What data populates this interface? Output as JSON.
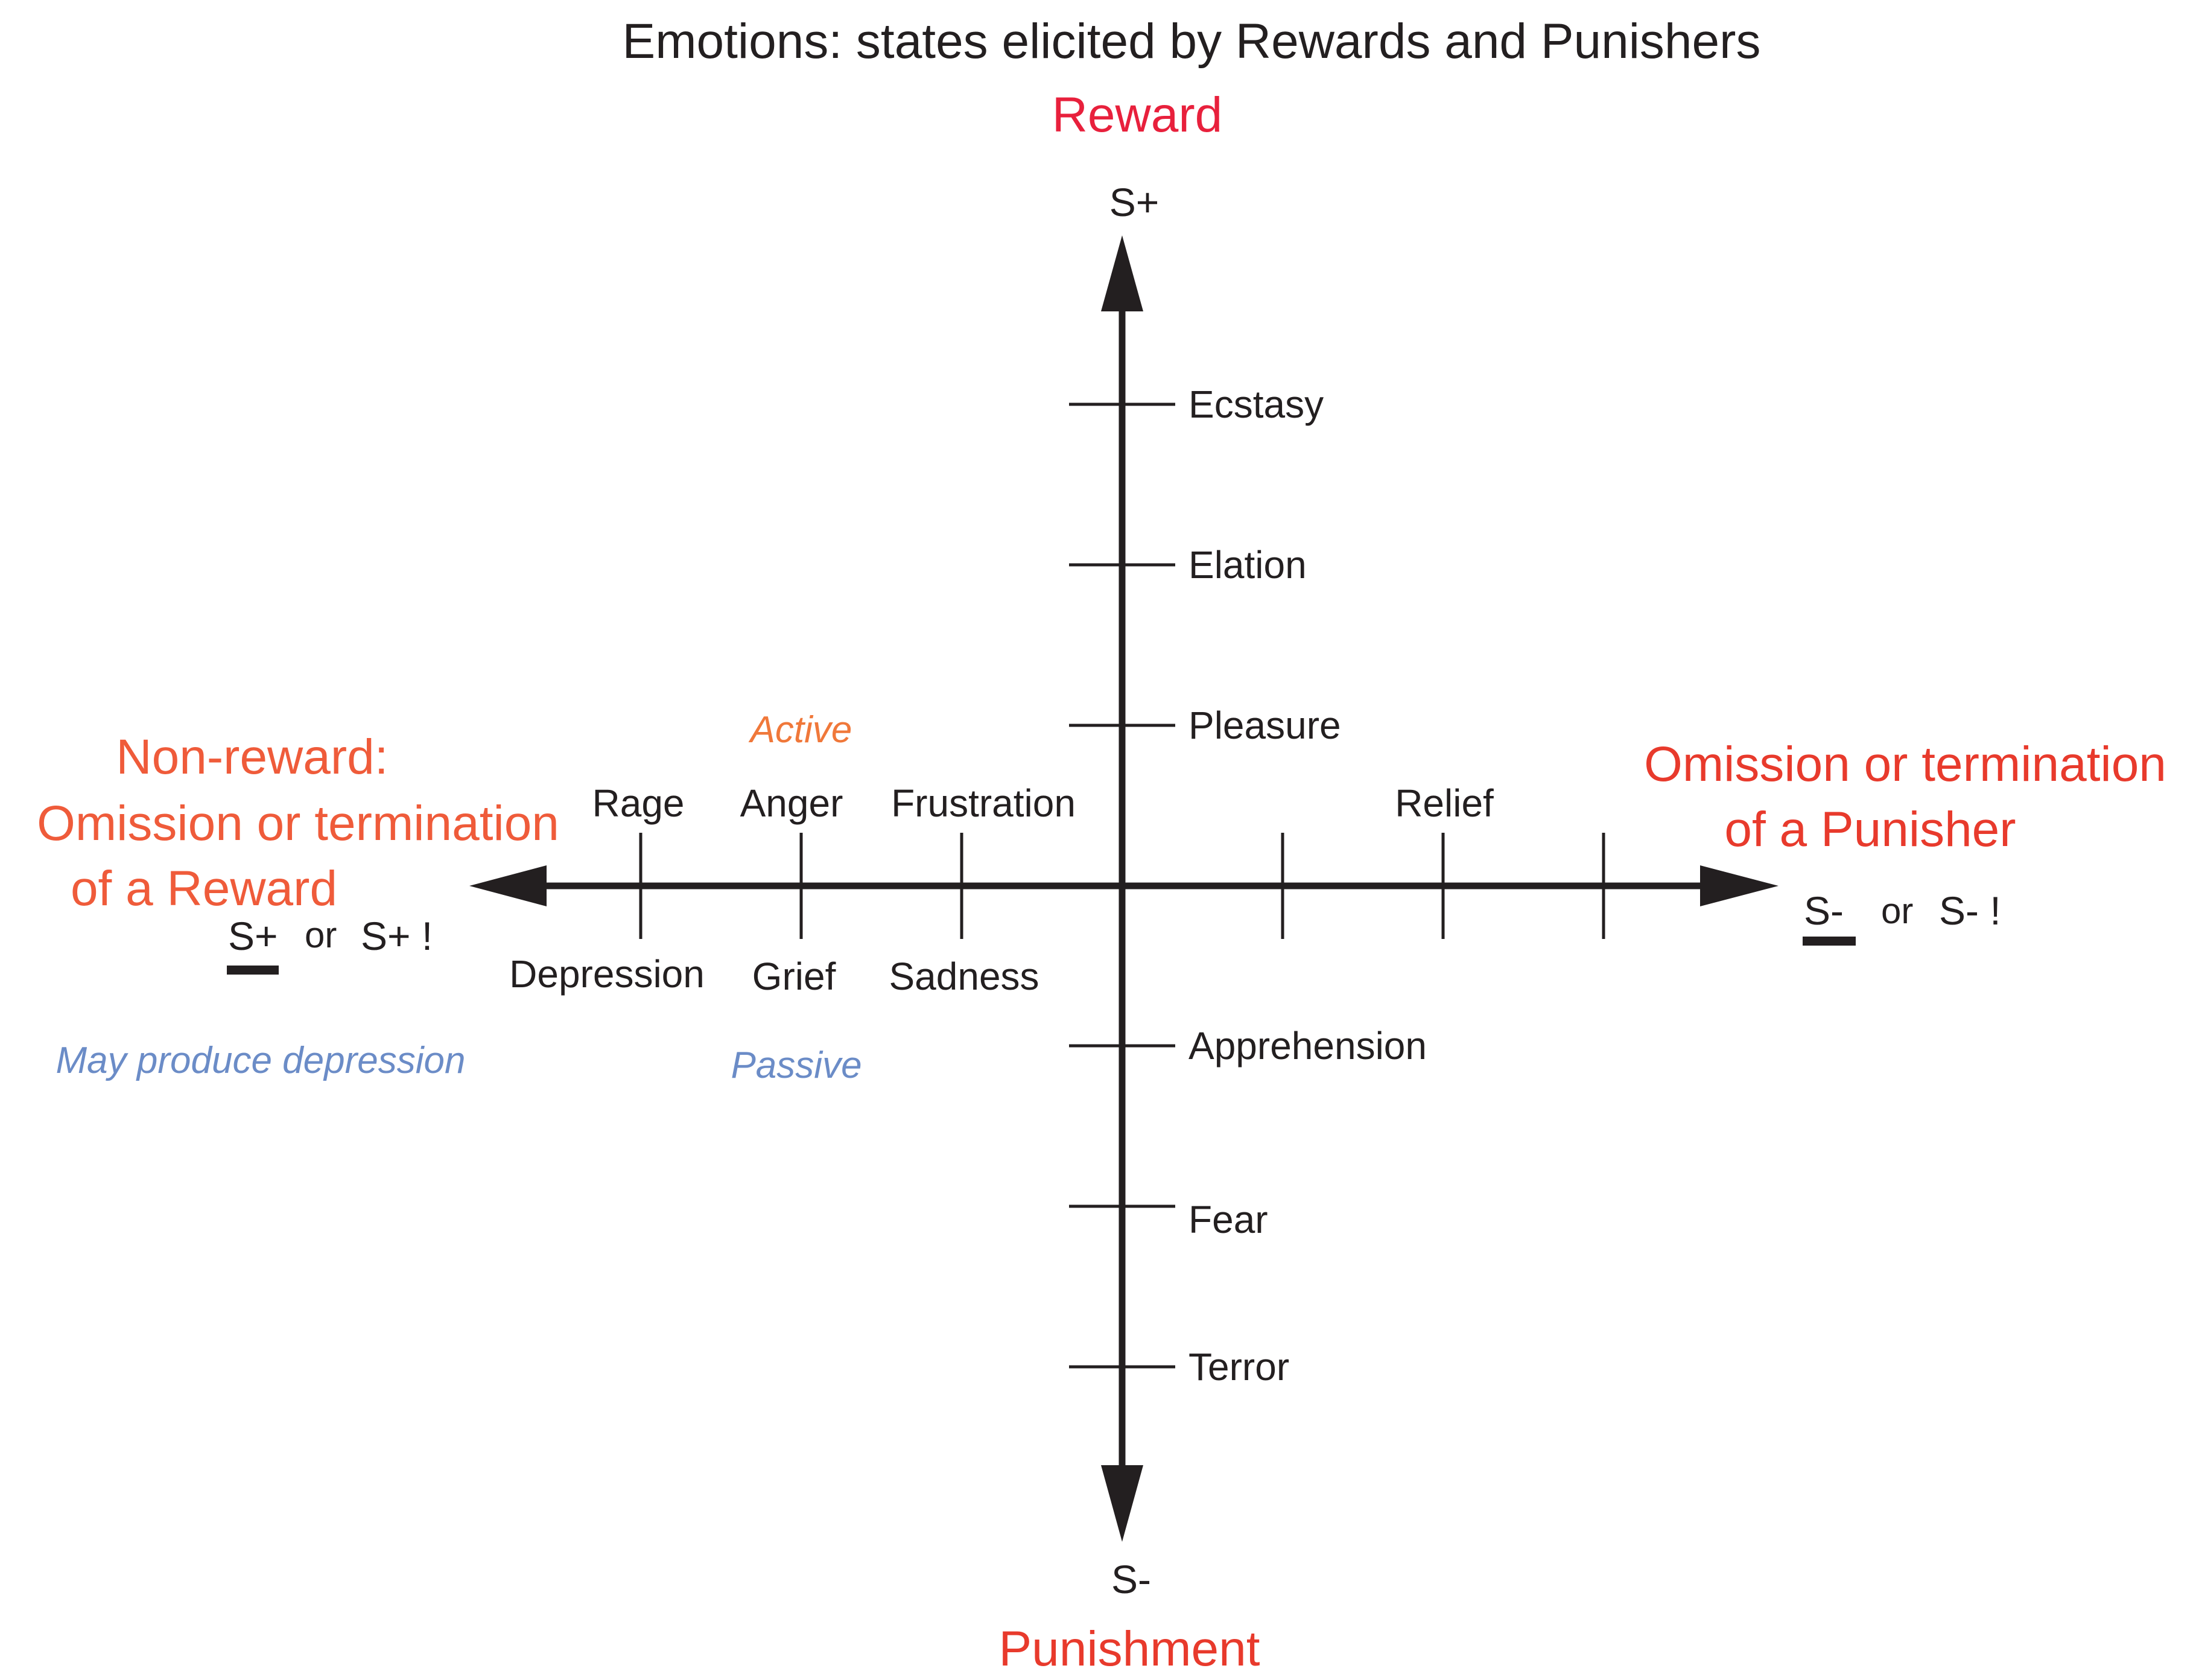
{
  "diagram": {
    "title": "Emotions: states elicited by Rewards and Punishers",
    "top_label": "Reward",
    "bottom_label": "Punishment",
    "left_label": {
      "line1": "Non-reward:",
      "line2": "Omission or termination",
      "line3": "of a Reward"
    },
    "right_label": {
      "line1": "Omission or termination",
      "line2": "of a Punisher"
    },
    "axis_end_labels": {
      "top": "S+",
      "bottom": "S-"
    },
    "left_symbol": {
      "stimulus": "S+",
      "or": "or",
      "alt": "S+ !"
    },
    "right_symbol": {
      "stimulus": "S-",
      "or": "or",
      "alt": "S- !"
    },
    "vertical_axis_emotions": {
      "positive": [
        "Pleasure",
        "Elation",
        "Ecstasy"
      ],
      "negative": [
        "Apprehension",
        "Fear",
        "Terror"
      ]
    },
    "horizontal_axis_emotions": {
      "left_above": [
        "Frustration",
        "Anger",
        "Rage"
      ],
      "left_below": [
        "Sadness",
        "Grief",
        "Depression"
      ],
      "right_above": [
        "Relief"
      ]
    },
    "annotations": {
      "active": "Active",
      "passive": "Passive",
      "depression_note": "May produce depression"
    },
    "colors": {
      "axis": "#231f20",
      "text": "#231f20",
      "reward": "#e8203c",
      "punishment": "#e83a2c",
      "omission": "#ef5b3a",
      "active": "#f0783a",
      "passive": "#6b8cc7"
    }
  }
}
